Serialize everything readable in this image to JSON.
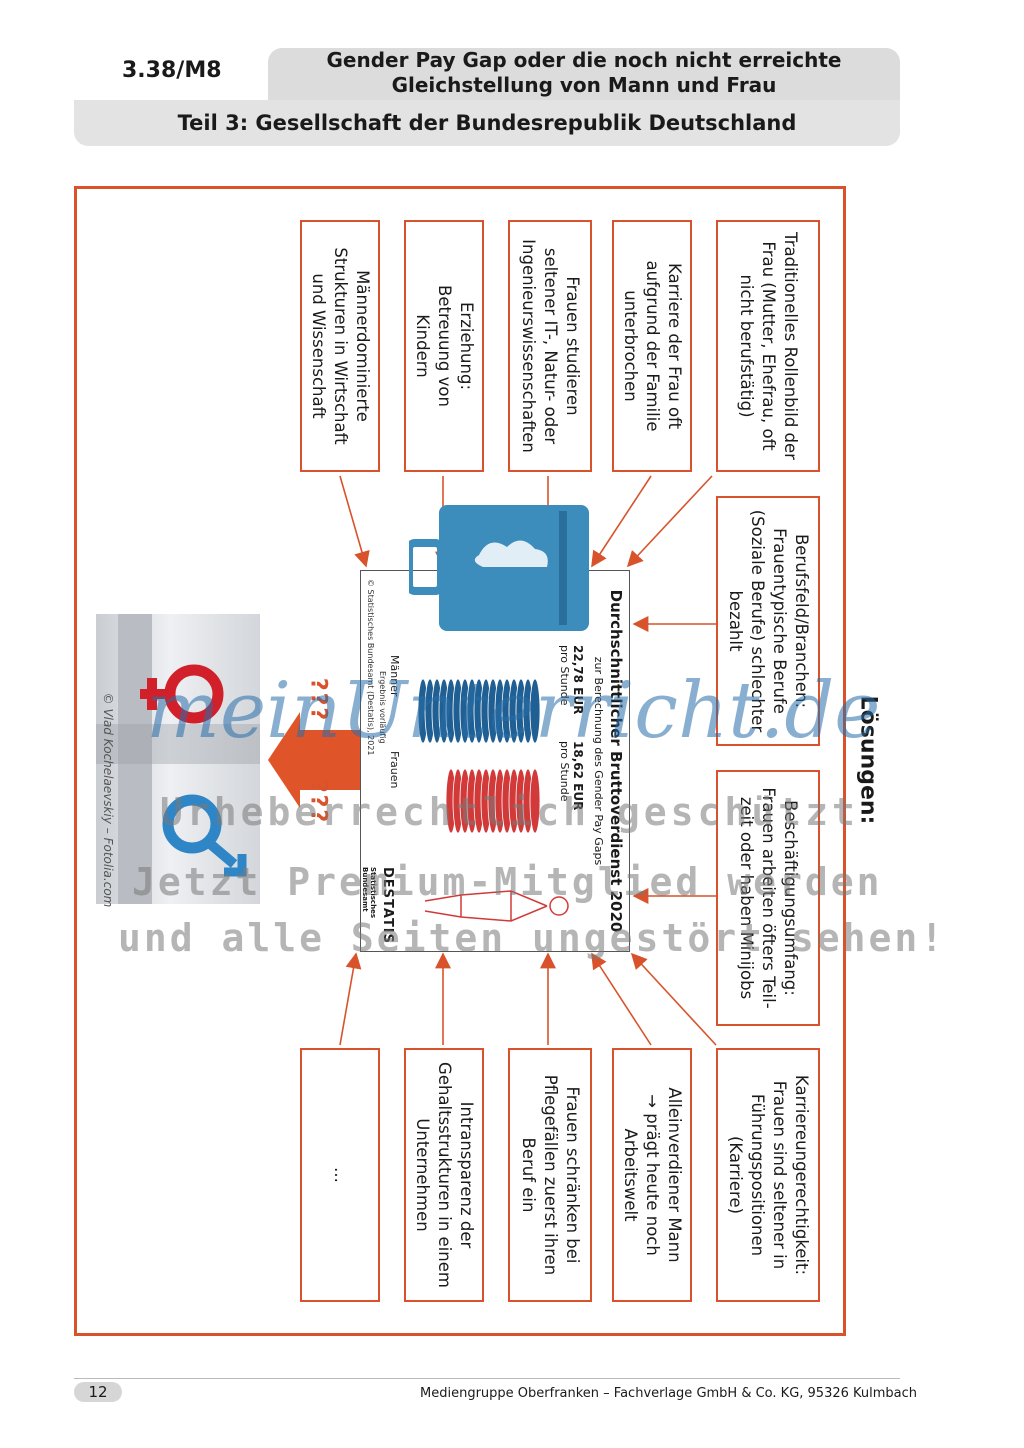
{
  "header": {
    "code": "3.38/M8",
    "title_line1": "Gender Pay Gap oder die noch nicht erreichte",
    "title_line2": "Gleichstellung von Mann und Frau",
    "subtitle": "Teil 3: Gesellschaft der Bundesrepublik Deutschland"
  },
  "solutions_label": "Lösungen:",
  "boxes_top": [
    {
      "lines": [
        "Traditionelles Rollenbild der",
        "Frau (Mutter, Ehefrau, oft",
        "nicht berufstätig)"
      ]
    },
    {
      "lines": [
        "Karriere der Frau oft",
        "aufgrund der Familie",
        "unterbrochen"
      ]
    },
    {
      "lines": [
        "Frauen studieren",
        "seltener IT-, Natur- oder",
        "Ingenieurswissenschaften"
      ]
    },
    {
      "lines": [
        "Erziehung:",
        "Betreuung von",
        "Kindern"
      ]
    },
    {
      "lines": [
        "Männerdominierte",
        "Strukturen in Wirtschaft",
        "und Wissenschaft"
      ]
    }
  ],
  "boxes_right": [
    {
      "lines": [
        "Berufsfeld/Branchen:",
        "Frauentypische Berufe",
        "(Soziale Berufe) schlechter",
        "bezahlt"
      ]
    },
    {
      "lines": [
        "Beschäftigungsumfang:",
        "Frauen arbeiten öfters Teil-",
        "zeit oder haben Minijobs"
      ]
    }
  ],
  "boxes_bottom": [
    {
      "lines": [
        "Karriereungerechtigkeit:",
        "Frauen sind seltener in",
        "Führungspositionen",
        "(Karriere)"
      ]
    },
    {
      "lines": [
        "Alleinverdiener Mann",
        "→ prägt heute noch",
        "Arbeitswelt"
      ]
    },
    {
      "lines": [
        "Frauen schränken bei",
        "Pflegefällen zuerst ihren",
        "Beruf ein"
      ]
    },
    {
      "lines": [
        "Intransparenz der",
        "Gehaltsstrukturen in einem",
        "Unternehmen"
      ]
    },
    {
      "lines": [
        "..."
      ]
    }
  ],
  "infographic": {
    "title": "Durchschnittlicher Bruttoverdienst 2020",
    "subtitle": "zur Berechnung des Gender Pay Gaps",
    "men_value": "22,78 EUR",
    "men_unit": "pro Stunde",
    "women_value": "18,62 EUR",
    "women_unit": "pro Stunde",
    "men_label": "Männer",
    "women_label": "Frauen",
    "note": "Ergebnis vorläufig",
    "source": "© Statistisches Bundesamt (Destatis), 2021",
    "logo": "DESTATIS",
    "logo_sub": "Statistisches Bundesamt",
    "men_color": "#1f5f93",
    "women_color": "#d23a3a"
  },
  "photo": {
    "credit": "© Vlad Kochelaevskiy – Fotolia.com",
    "question_marks": "???"
  },
  "watermark": {
    "line1": "meinUnterricht.de",
    "line2": "Urheberrechtlich geschützt",
    "line3": "Jetzt Premium-Mitglied werden",
    "line4": "und alle Seiten ungestört sehen!"
  },
  "footer": {
    "page": "12",
    "publisher": "Mediengruppe Oberfranken – Fachverlage GmbH & Co. KG, 95326 Kulmbach"
  }
}
